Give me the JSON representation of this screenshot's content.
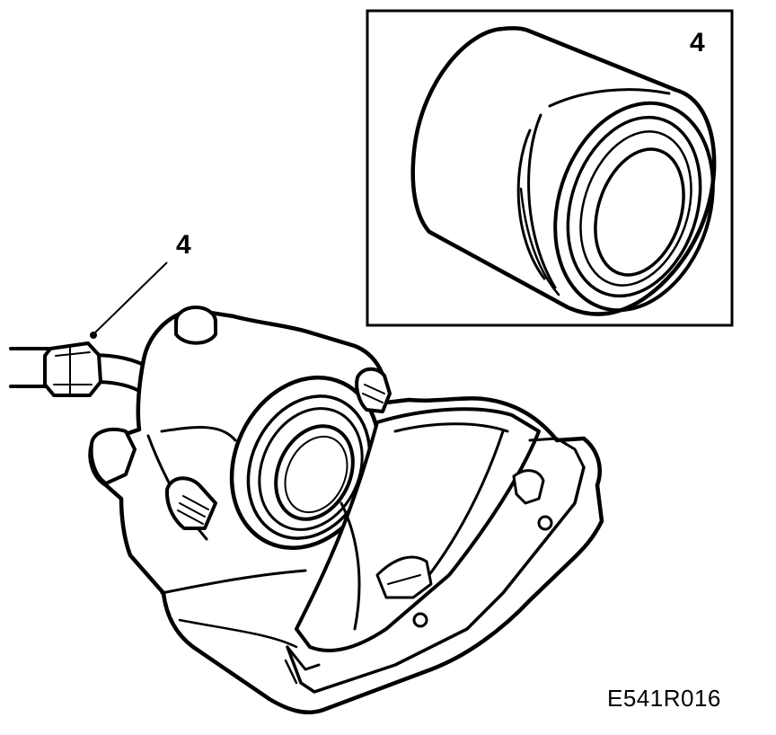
{
  "callouts": {
    "inset_label": "4",
    "main_label": "4"
  },
  "figure_code": "E541R016",
  "colors": {
    "ink": "#000000",
    "paper": "#ffffff"
  }
}
